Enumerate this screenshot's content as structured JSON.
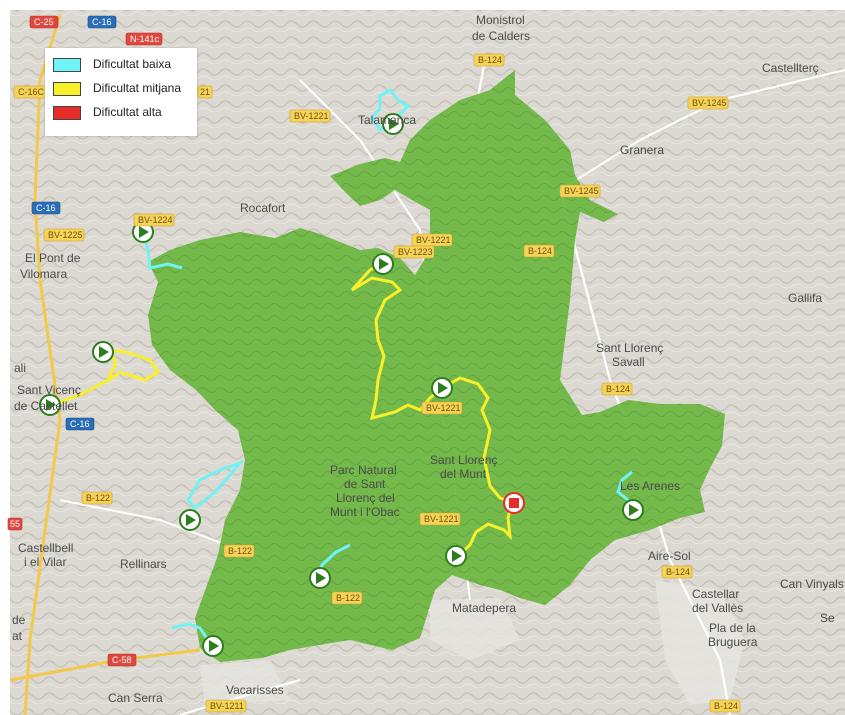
{
  "legend": [
    {
      "label": "Dificultat baixa",
      "color": "#6ff3f5"
    },
    {
      "label": "Dificultat mitjana",
      "color": "#f8f12a"
    },
    {
      "label": "Dificultat alta",
      "color": "#e82c28"
    }
  ],
  "colors": {
    "park": "#6fb844",
    "easy": "#6ff3f5",
    "medium": "#f8f12a",
    "hard": "#e82c28",
    "start_marker": "#2e7d1e",
    "terrain": "#d9d6cf"
  },
  "places": {
    "monistrol": "Monistrol",
    "de_calders": "de Calders",
    "castellterc": "Castellterç",
    "talamanca": "Talamanca",
    "granera": "Granera",
    "rocafort": "Rocafort",
    "el_pont": "El Pont de",
    "vilomara": "Vilomara",
    "gallifa": "Gallifa",
    "sant_llorenc_savall_1": "Sant Llorenç",
    "sant_llorenc_savall_2": "Savall",
    "sant_vicenc_1": "Sant Vicenç",
    "sant_vicenc_2": "de Castellet",
    "parc_1": "Parc Natural",
    "parc_2": "de Sant",
    "parc_3": "Llorenç del",
    "parc_4": "Munt i l'Obac",
    "sant_llorenc_munt_1": "Sant Llorenç",
    "sant_llorenc_munt_2": "del Munt",
    "les_arenes": "Les Arenes",
    "castellbell_1": "Castellbell",
    "castellbell_2": "i el Vilar",
    "rellinars": "Rellinars",
    "aire_sol": "Aire-Sol",
    "can_vinyals": "Can Vinyals",
    "castellar_1": "Castellar",
    "castellar_2": "del Vallès",
    "matadepera": "Matadepera",
    "pla_1": "Pla de la",
    "pla_2": "Bruguera",
    "can_serra": "Can Serra",
    "vacarisses": "Vacarisses",
    "ali": "ali",
    "de": "de",
    "at": "at",
    "se": "Se"
  },
  "roads": {
    "c25": "C-25",
    "c16_top": "C-16",
    "n141c": "N-141c",
    "c16c": "C-16C",
    "b124_top": "B-124",
    "bv1221_top": "BV-1221",
    "bv1245_right": "BV-1245",
    "bv1245_mid": "BV-1245",
    "c16_left": "C-16",
    "bv1224": "BV-1224",
    "bv1225": "BV-1225",
    "bv1221_mid": "BV-1221",
    "bv1223": "BV-1223",
    "b124_mid": "B-124",
    "b124_right": "B-124",
    "bv1221_center": "BV-1221",
    "c16_sv": "C-16",
    "b122_left": "B-122",
    "bv1221_low": "BV-1221",
    "b122_mid": "B-122",
    "b122_low": "B-122",
    "b124_aire": "B-124",
    "b124_bottom": "B-124",
    "c58": "C-58",
    "bv1211": "BV-1211",
    "num55": "55",
    "num21": "21"
  }
}
